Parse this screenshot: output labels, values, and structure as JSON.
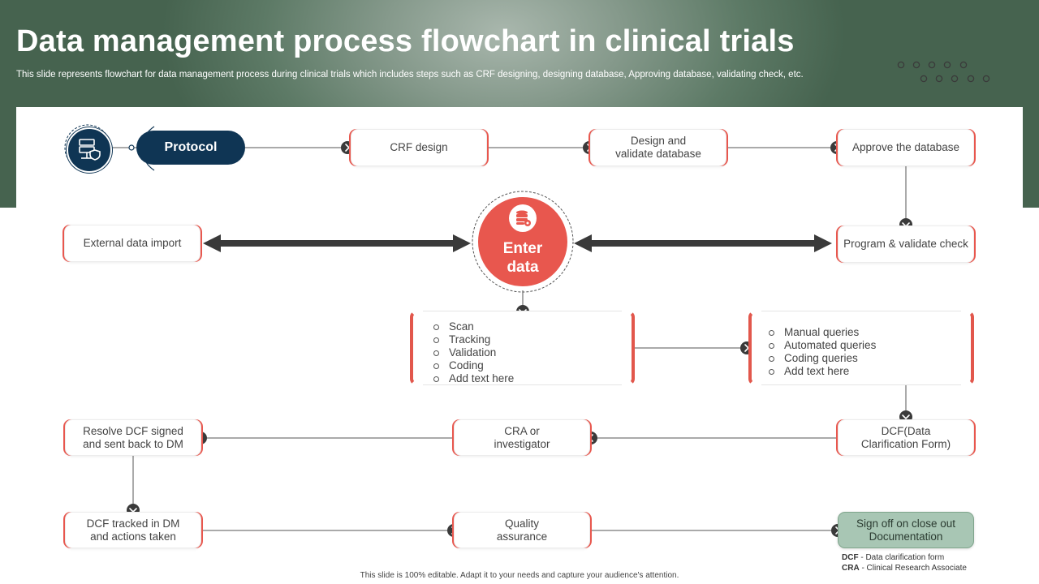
{
  "header": {
    "title": "Data management process flowchart in clinical trials",
    "subtitle": "This slide represents flowchart for data management process during clinical trials which includes steps such as CRF designing, designing database, Approving database, validating check, etc."
  },
  "nodes": {
    "protocol": "Protocol",
    "crf_design": "CRF design",
    "design_validate": "Design and\nvalidate database",
    "approve_db": "Approve  the database",
    "external_import": "External data import",
    "enter_data": "Enter\ndata",
    "program_validate": "Program & validate  check",
    "dcf_form": "DCF(Data\nClarification Form)",
    "cra_investigator": "CRA or\ninvestigator",
    "resolve_dcf": "Resolve  DCF signed\nand sent back to DM",
    "dcf_tracked": "DCF tracked in DM\nand actions taken",
    "quality": "Quality\nassurance",
    "signoff": "Sign off on close out\nDocumentation"
  },
  "lists": {
    "enter_steps": [
      "Scan",
      "Tracking",
      "Validation",
      "Coding",
      "Add text here"
    ],
    "queries": [
      "Manual queries",
      "Automated queries",
      "Coding queries",
      "Add text here"
    ]
  },
  "legend": {
    "dcf_abbr": "DCF",
    "dcf_text": " - Data clarification form",
    "cra_abbr": "CRA",
    "cra_text": " - Clinical Research Associate"
  },
  "footer": "This slide is 100% editable. Adapt it to your needs and capture your audience's attention.",
  "colors": {
    "navy": "#0f3554",
    "red": "#e8574e",
    "green_header": "#5d7a66",
    "signoff_fill": "#a8c6b4"
  },
  "icons": {
    "protocol": "server-shield-icon",
    "enter_data": "database-gear-icon",
    "decoration": "dot-grid-icon"
  }
}
